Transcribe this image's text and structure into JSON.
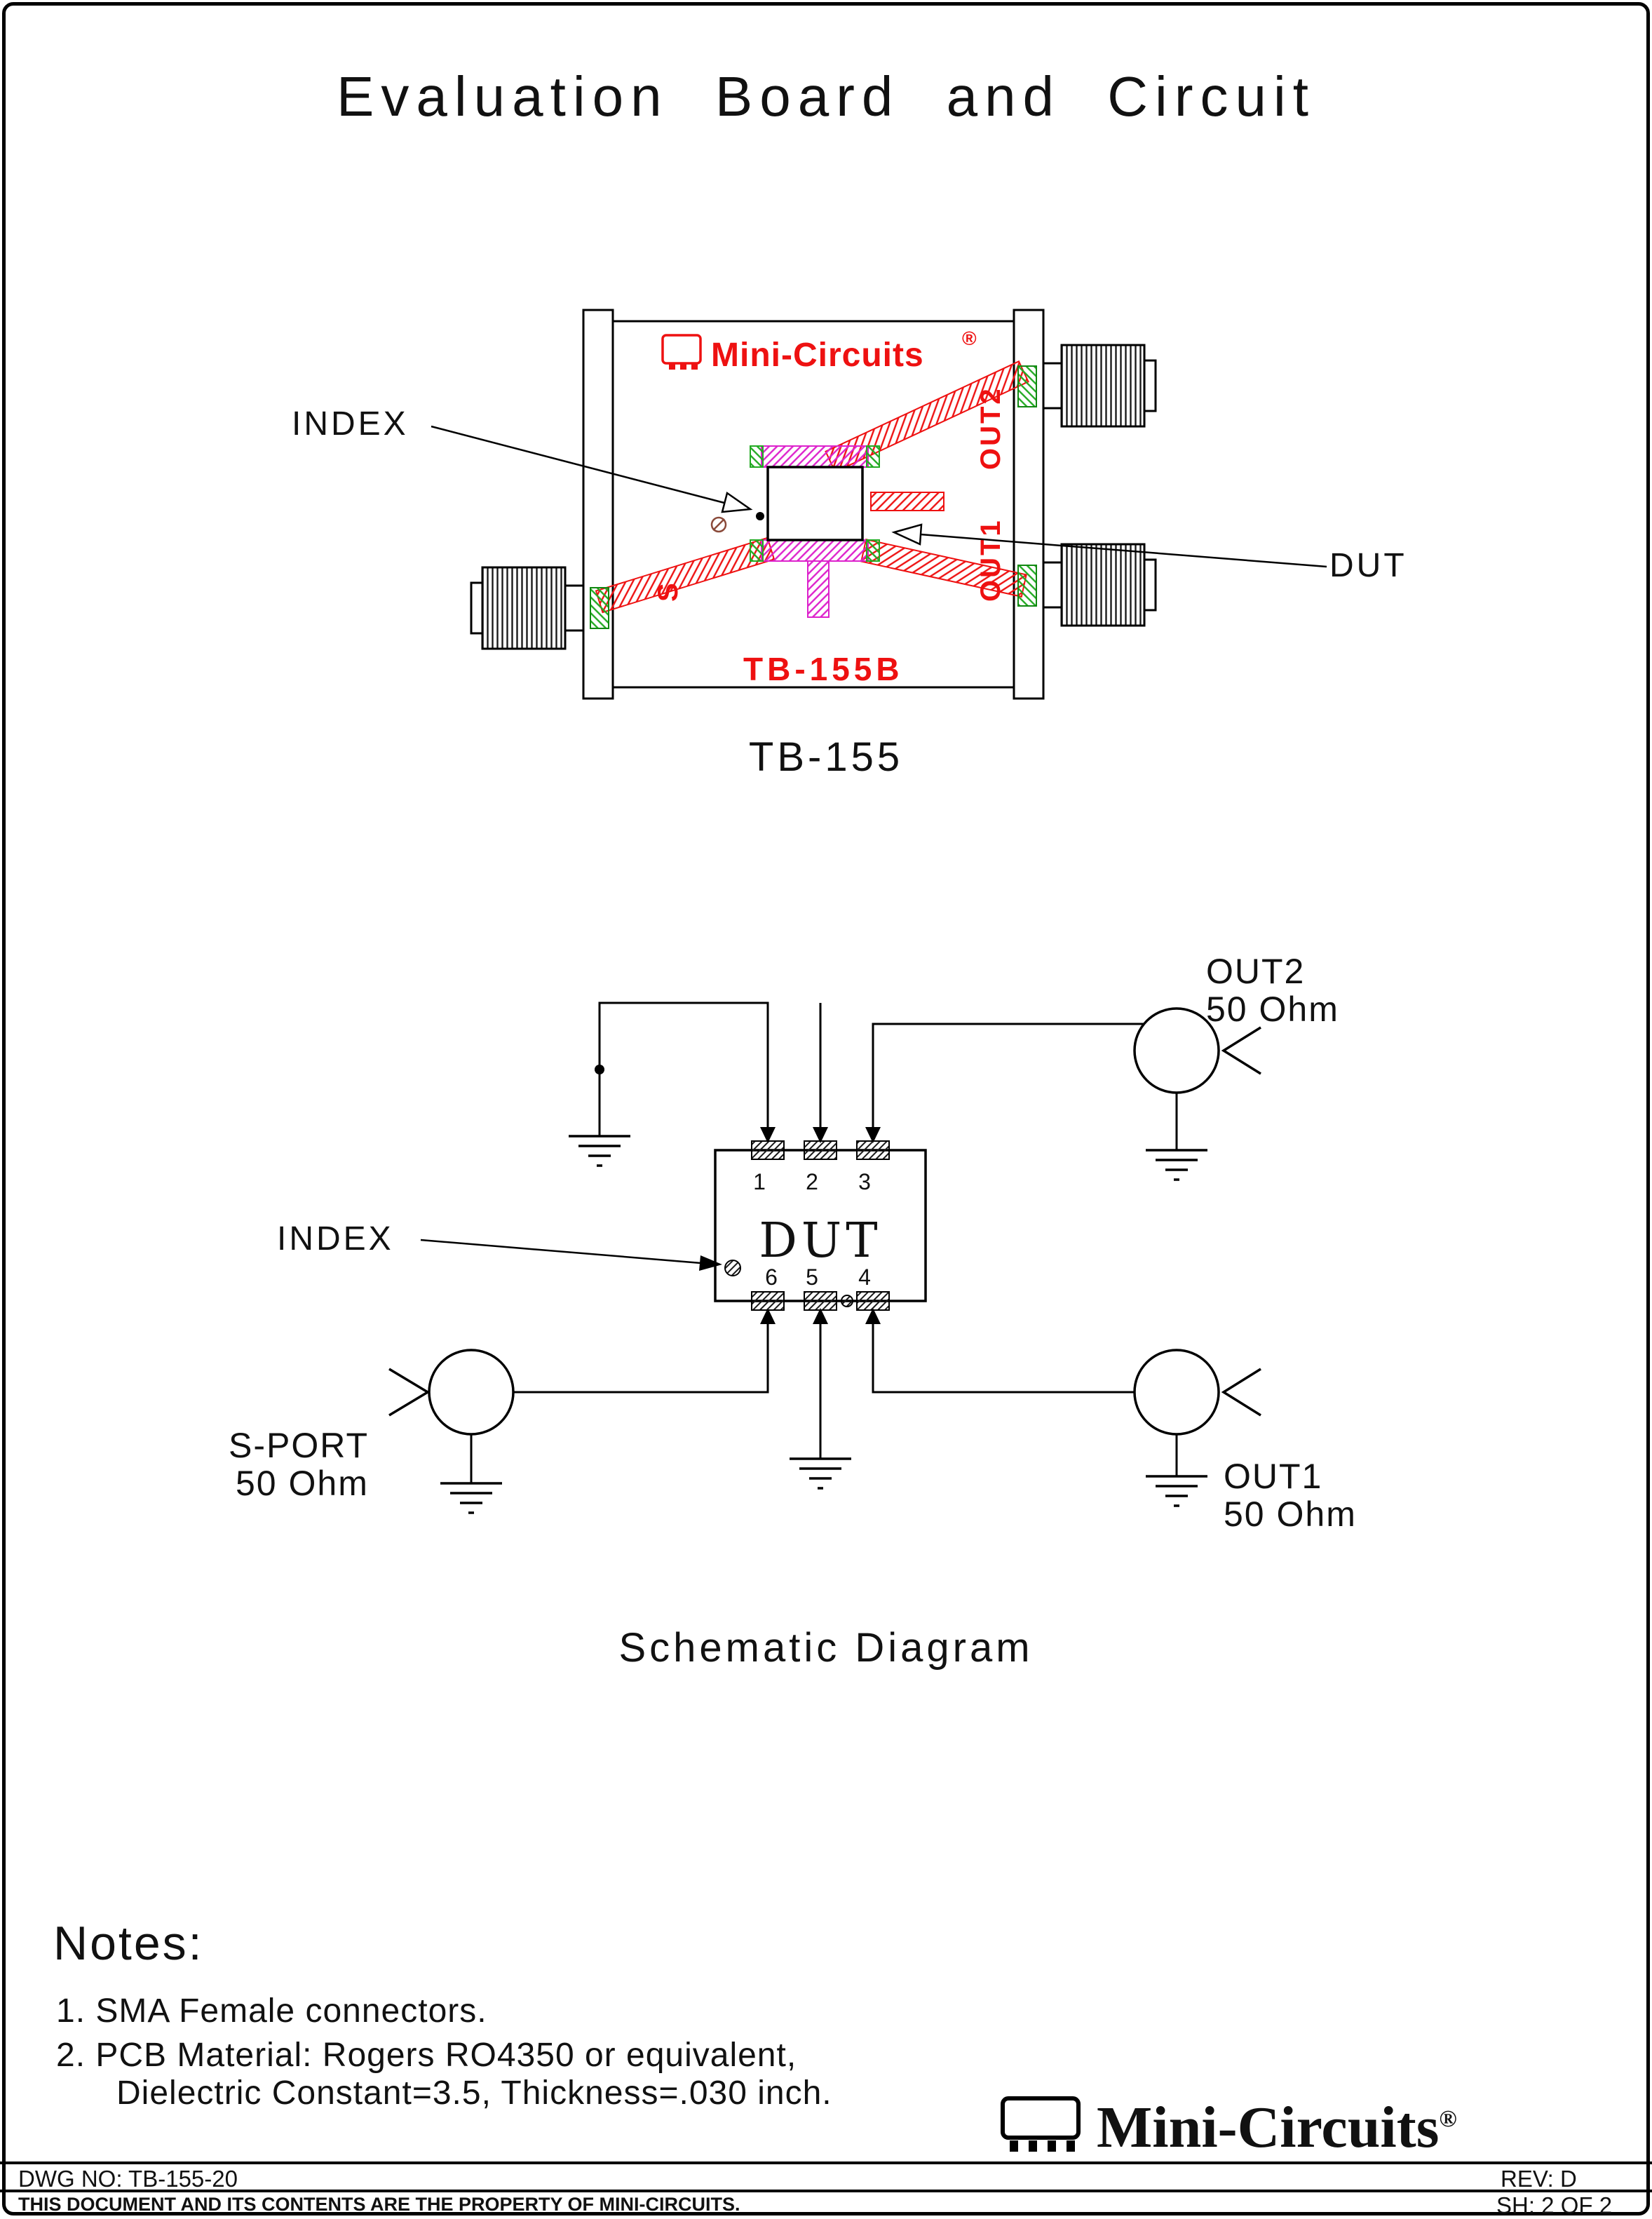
{
  "title": "Evaluation Board and Circuit",
  "board_figure": {
    "caption": "TB-155",
    "index_label": "INDEX",
    "dut_label": "DUT",
    "silkscreen": {
      "logo_text": "Mini-Circuits",
      "logo_reg": "®",
      "port_out2": "OUT2",
      "port_out1": "OUT1",
      "port_s": "S",
      "board_name": "TB-155B"
    }
  },
  "schematic": {
    "caption": "Schematic Diagram",
    "index_label": "INDEX",
    "dut_label": "DUT",
    "pins": [
      "1",
      "2",
      "3",
      "4",
      "5",
      "6"
    ],
    "ports": {
      "out2_name": "OUT2",
      "out2_impedance": "50 Ohm",
      "out1_name": "OUT1",
      "out1_impedance": "50 Ohm",
      "s_name": "S-PORT",
      "s_impedance": "50 Ohm"
    }
  },
  "notes": {
    "heading": "Notes:",
    "item1": "1. SMA Female connectors.",
    "item2_line1": "2. PCB Material: Rogers RO4350 or equivalent,",
    "item2_line2": "Dielectric Constant=3.5, Thickness=.030 inch."
  },
  "brand": {
    "name": "Mini-Circuits",
    "reg": "®"
  },
  "footer": {
    "dwg_no": "DWG NO: TB-155-20",
    "property_note": "THIS DOCUMENT AND ITS CONTENTS ARE THE PROPERTY OF MINI-CIRCUITS.",
    "rev": "REV: D",
    "sheet": "SH: 2 OF 2"
  },
  "colors": {
    "silkscreen_red": "#ee1111",
    "pad_magenta": "#dd22cc",
    "pad_green": "#22aa22"
  }
}
